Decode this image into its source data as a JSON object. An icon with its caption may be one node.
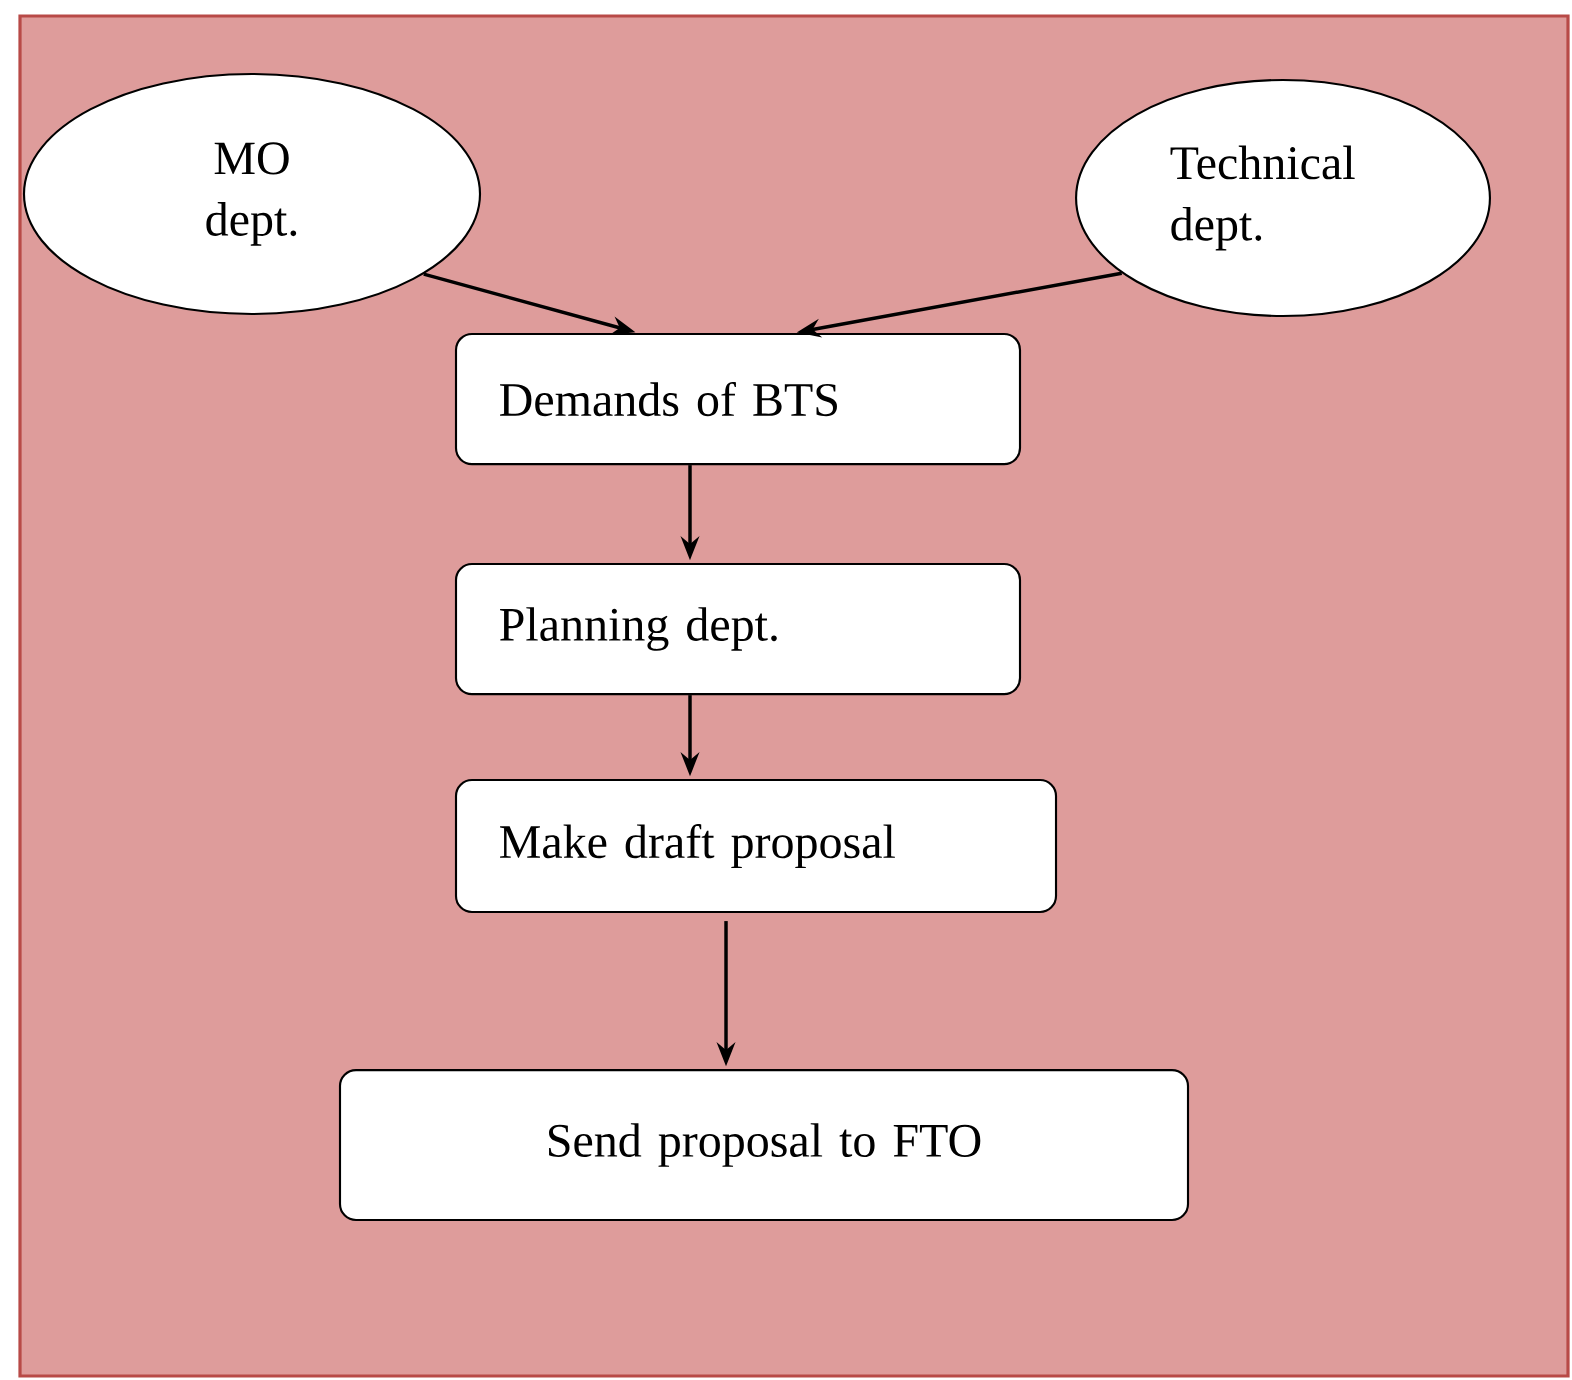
{
  "diagram": {
    "nodes": [
      {
        "text": [
          "MO dept."
        ]
      },
      {
        "text": [
          "Technical dept."
        ]
      },
      {
        "text": [
          "Demands of BTS"
        ]
      },
      {
        "text": [
          "Planning dept."
        ]
      },
      {
        "text": [
          "Make draft proposal"
        ]
      },
      {
        "text": [
          "Send proposal to FTO"
        ]
      }
    ],
    "edges": [
      {
        "from": 0,
        "to": 2,
        "arrow": "to"
      },
      {
        "from": 1,
        "to": 2,
        "arrow": "to"
      },
      {
        "from": 2,
        "to": 3,
        "arrow": "to"
      },
      {
        "from": 3,
        "to": 4,
        "arrow": "to"
      },
      {
        "from": 4,
        "to": 5,
        "arrow": "to"
      }
    ]
  }
}
